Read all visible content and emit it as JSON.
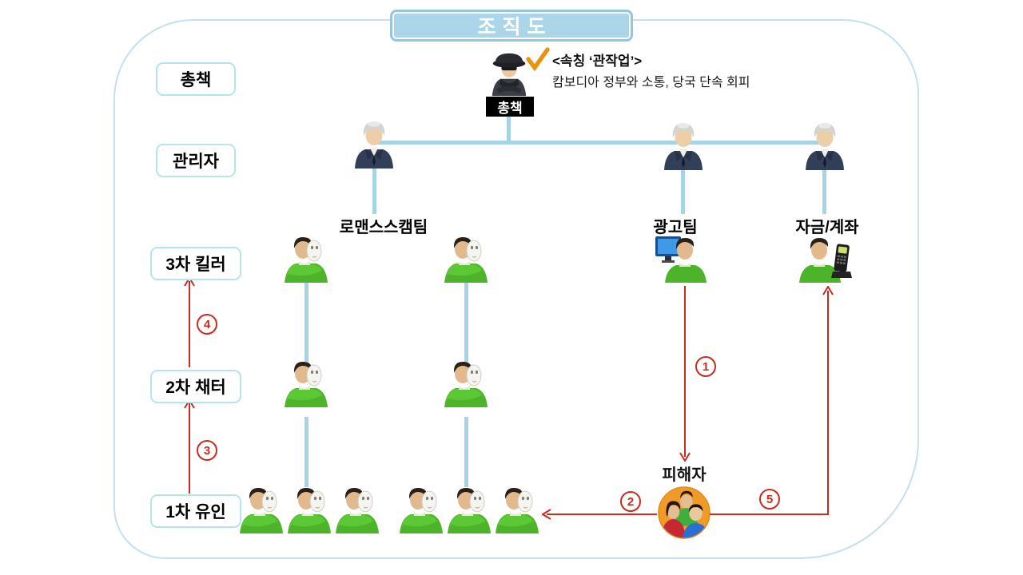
{
  "title": "조직도",
  "boss": {
    "badge": "총책",
    "note_title": "<속칭 ‘관작업’>",
    "note_body": "캄보디아 정부와 소통, 당국 단속 회피"
  },
  "levels": [
    {
      "label": "총책"
    },
    {
      "label": "관리자"
    },
    {
      "label": "3차 킬러"
    },
    {
      "label": "2차 채터"
    },
    {
      "label": "1차 유인"
    }
  ],
  "teams": [
    {
      "label": "로맨스스캠팀"
    },
    {
      "label": "광고팀"
    },
    {
      "label": "자금/계좌"
    }
  ],
  "victim": {
    "label": "피해자"
  },
  "flow_numbers": [
    "1",
    "2",
    "3",
    "4",
    "5"
  ],
  "colors": {
    "frame_border": "#c5dfeb",
    "box_border": "#b5e4ec",
    "title_fill": "#abd5e9",
    "title_border": "#92c7de",
    "connector_blue": "#a5d4e6",
    "arrow_red": "#cc2a1e",
    "badge_bg": "#000000",
    "badge_text": "#ffffff",
    "check_orange": "#e8940a",
    "victim_circle": "#f09a28",
    "worker_green": "#4db32a"
  }
}
